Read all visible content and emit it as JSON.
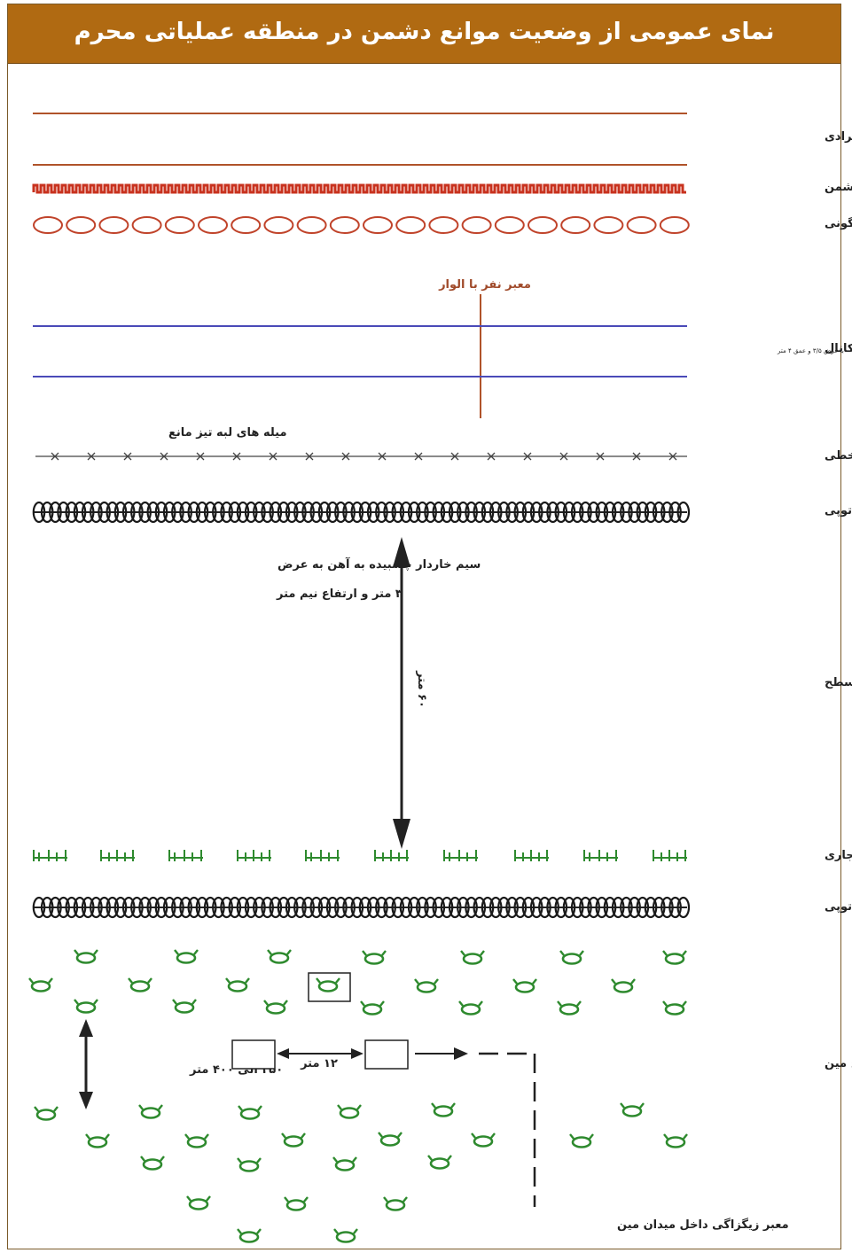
{
  "title": "نمای عمومی از وضعیت موانع دشمن در منطقه عملیاتی محرم",
  "row_labels": {
    "individual_channel": "کانال انفرادی",
    "enemy_positions": "مواضع دشمن",
    "sandbags": "گونی",
    "channel": "کانال",
    "channel_detail": "با عرض ۳/۵ و عمق ۴ متر",
    "linear_barbed_wire": "سیم خاردار خطی",
    "coiled_barbed_wire_1": "سیم خاردار توپی",
    "flat_ground": "زمین مسطح",
    "explosive_traps": "تله انفجاری",
    "coiled_barbed_wire_2": "سیم خاردار توپی",
    "mine_types": "انواع مین"
  },
  "annotations": {
    "crossing_point": "معبر نفر با الوار",
    "sharp_stakes": "میله های لبه تیز مانع",
    "iron_wire_line1": "سیم خاردار چسبیده به آهن به عرض",
    "iron_wire_line2": "۳ متر و ارتفاع نیم متر",
    "distance_vertical": "۶۰ متر",
    "mine_depth": "۳۵۰ الی ۴۰۰ متر",
    "lane_spacing": "۱۲ متر",
    "zigzag_lane": "معبر زیگزاگی داخل میدان مین"
  },
  "colors": {
    "header_bg": "#b06a12",
    "brown_line": "#b0532a",
    "red_line": "#c8321e",
    "blue_line": "#4a4ab8",
    "green": "#2e8a2e",
    "black": "#222222"
  }
}
